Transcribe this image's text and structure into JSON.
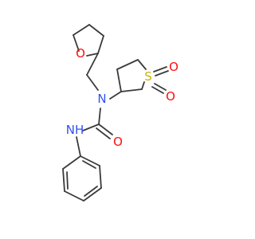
{
  "molecule": {
    "colors": {
      "bond": "#3a3a3a",
      "oxygen": "#ff0d0d",
      "nitrogen": "#3050f8",
      "sulfur": "#c8b400",
      "background": "#ffffff"
    },
    "atoms": [
      {
        "id": "o_thf",
        "element": "O",
        "label": "O"
      },
      {
        "id": "n_amide",
        "element": "N",
        "label": "N"
      },
      {
        "id": "s_sulfone",
        "element": "S",
        "label": "S"
      },
      {
        "id": "o_sulfone_top",
        "element": "O",
        "label": "O"
      },
      {
        "id": "o_sulfone_bottom",
        "element": "O",
        "label": "O"
      },
      {
        "id": "nh_urea",
        "element": "N",
        "label": "NH"
      },
      {
        "id": "o_carbonyl",
        "element": "O",
        "label": "O"
      }
    ]
  }
}
